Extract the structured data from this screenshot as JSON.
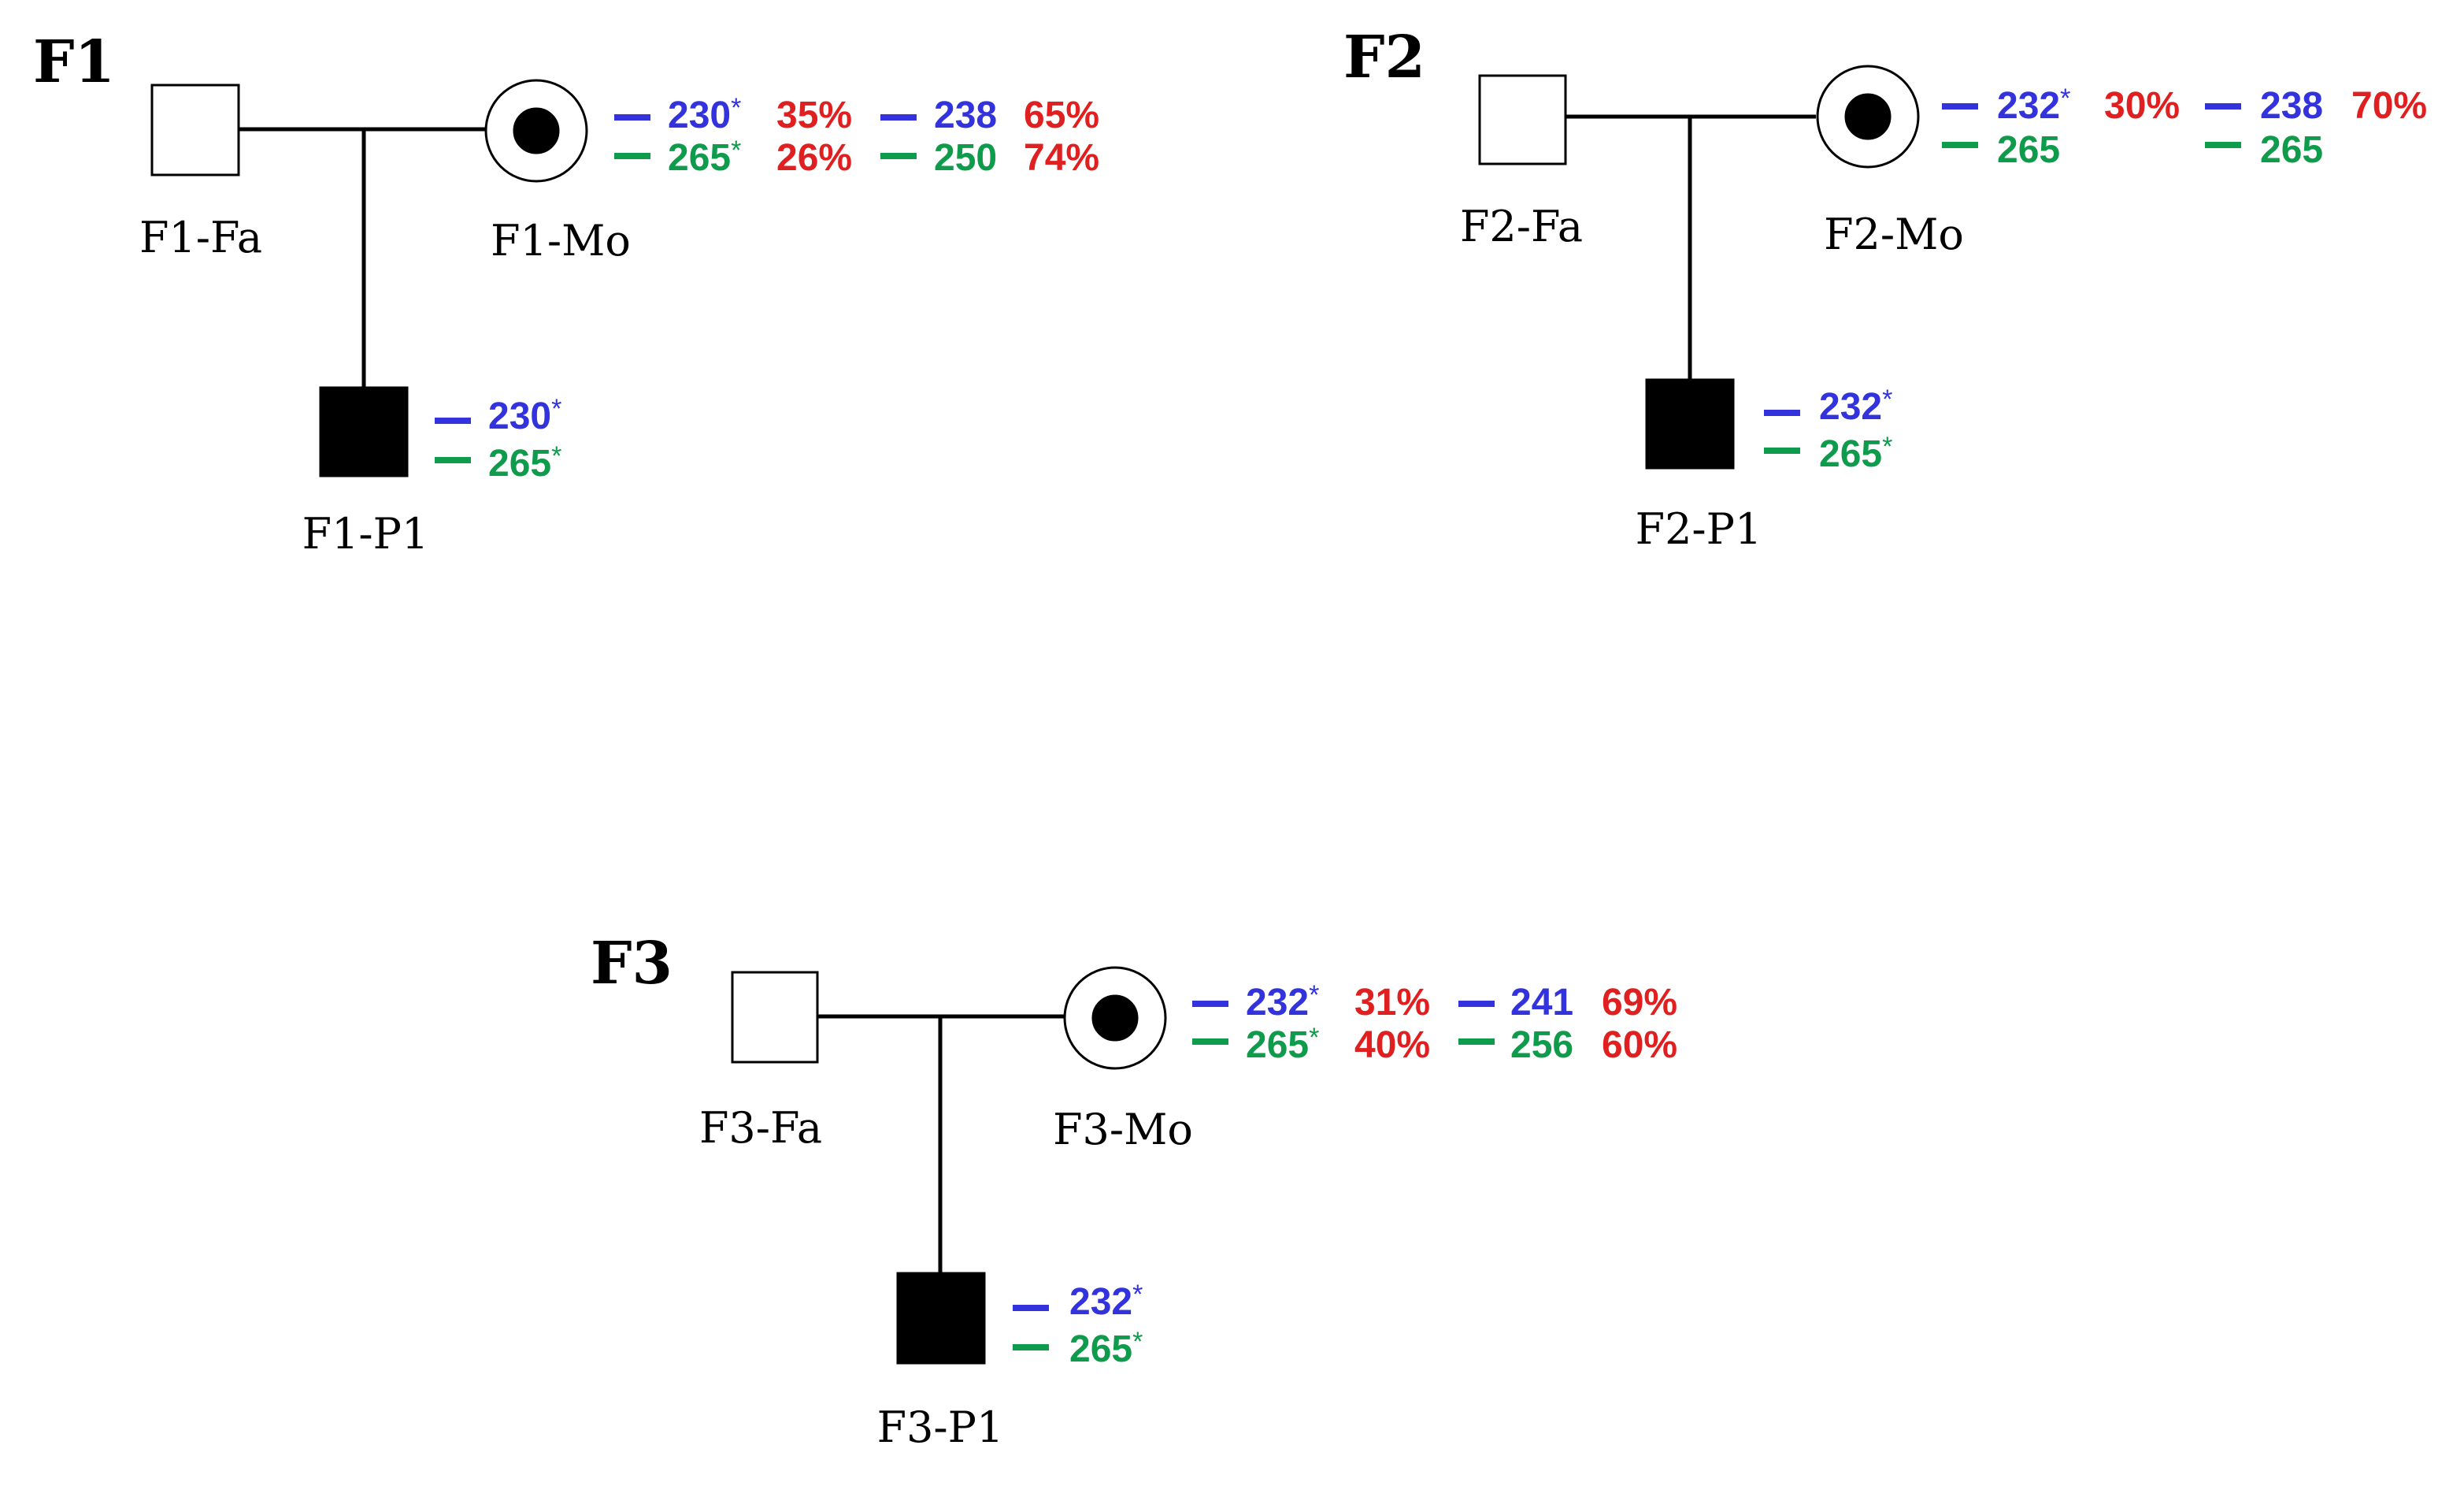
{
  "colors": {
    "blue_marker": "#3333dd",
    "green_marker": "#0f9b4c",
    "percent_red": "#e02020",
    "line": "#000000",
    "affected_fill": "#000000"
  },
  "families": [
    {
      "title": "F1",
      "father": {
        "label": "F1-Fa",
        "symbol": "unaffected-male"
      },
      "mother": {
        "label": "F1-Mo",
        "symbol": "carrier-female",
        "markers": [
          {
            "allele_a": "230",
            "allele_a_star": "*",
            "pct_a": "35%",
            "allele_b": "238",
            "pct_b": "65%",
            "color": "blue"
          },
          {
            "allele_a": "265",
            "allele_a_star": "*",
            "pct_a": "26%",
            "allele_b": "250",
            "pct_b": "74%",
            "color": "green"
          }
        ]
      },
      "proband": {
        "label": "F1-P1",
        "symbol": "affected-male",
        "markers": [
          {
            "allele": "230",
            "star": "*",
            "color": "blue"
          },
          {
            "allele": "265",
            "star": "*",
            "color": "green"
          }
        ]
      }
    },
    {
      "title": "F2",
      "father": {
        "label": "F2-Fa",
        "symbol": "unaffected-male"
      },
      "mother": {
        "label": "F2-Mo",
        "symbol": "carrier-female",
        "markers": [
          {
            "allele_a": "232",
            "allele_a_star": "*",
            "pct_a": "30%",
            "allele_b": "238",
            "pct_b": "70%",
            "color": "blue"
          },
          {
            "allele_a": "265",
            "allele_a_star": "",
            "pct_a": "",
            "allele_b": "265",
            "pct_b": "",
            "color": "green"
          }
        ]
      },
      "proband": {
        "label": "F2-P1",
        "symbol": "affected-male",
        "markers": [
          {
            "allele": "232",
            "star": "*",
            "color": "blue"
          },
          {
            "allele": "265",
            "star": "*",
            "color": "green"
          }
        ]
      }
    },
    {
      "title": "F3",
      "father": {
        "label": "F3-Fa",
        "symbol": "unaffected-male"
      },
      "mother": {
        "label": "F3-Mo",
        "symbol": "carrier-female",
        "markers": [
          {
            "allele_a": "232",
            "allele_a_star": "*",
            "pct_a": "31%",
            "allele_b": "241",
            "pct_b": "69%",
            "color": "blue"
          },
          {
            "allele_a": "265",
            "allele_a_star": "*",
            "pct_a": "40%",
            "allele_b": "256",
            "pct_b": "60%",
            "color": "green"
          }
        ]
      },
      "proband": {
        "label": "F3-P1",
        "symbol": "affected-male",
        "markers": [
          {
            "allele": "232",
            "star": "*",
            "color": "blue"
          },
          {
            "allele": "265",
            "star": "*",
            "color": "green"
          }
        ]
      }
    }
  ]
}
